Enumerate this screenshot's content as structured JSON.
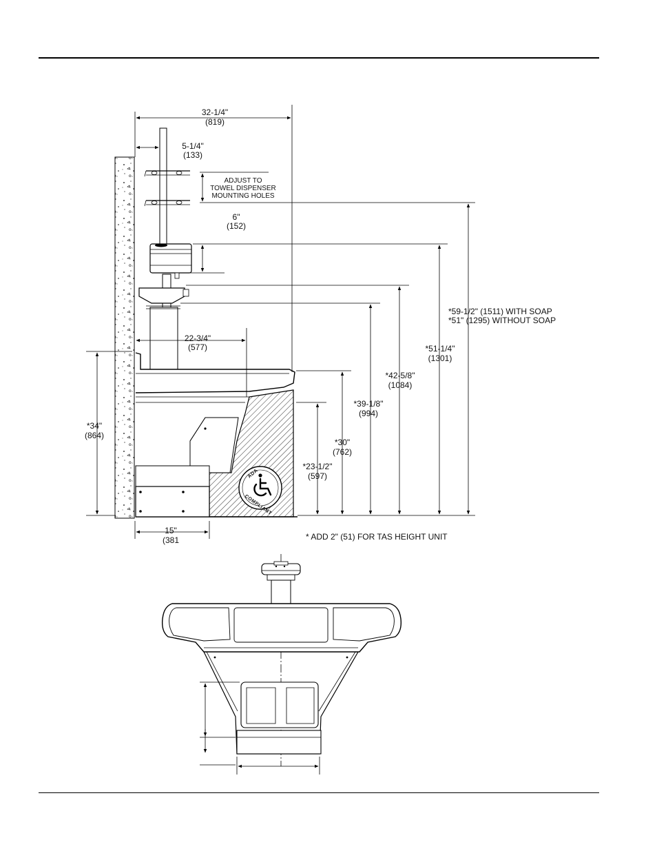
{
  "dimensions": {
    "overall_depth": {
      "imperial": "32-1/4\"",
      "metric": "(819)"
    },
    "wall_to_column": {
      "imperial": "5-1/4\"",
      "metric": "(133)"
    },
    "towel_adjust_note": [
      "ADJUST TO",
      "TOWEL DISPENSER",
      "MOUNTING HOLES"
    ],
    "soap_offset": {
      "imperial": "6\"",
      "metric": "(152)"
    },
    "reach": {
      "imperial": "22-3/4\"",
      "metric": "(577)"
    },
    "rim_height": {
      "imperial": "*34\"",
      "metric": "(864)"
    },
    "base_depth": {
      "imperial": "15\"",
      "metric": "(381"
    },
    "total_height": {
      "line1": "*59-1/2\" (1511) WITH SOAP",
      "line2": "*51\" (1295) WITHOUT SOAP"
    },
    "h_51_1_4": {
      "imperial": "*51-1/4\"",
      "metric": "(1301)"
    },
    "h_42_5_8": {
      "imperial": "*42-5/8\"",
      "metric": "(1084)"
    },
    "h_39_1_8": {
      "imperial": "*39-1/8\"",
      "metric": "(994)"
    },
    "h_30": {
      "imperial": "*30\"",
      "metric": "(762)"
    },
    "h_23_1_2": {
      "imperial": "*23-1/2\"",
      "metric": "(597)"
    }
  },
  "footnote": "* ADD 2\" (51) FOR TAS HEIGHT UNIT",
  "ada_badge": {
    "top": "ADA",
    "bottom": "COMPLIANT"
  }
}
